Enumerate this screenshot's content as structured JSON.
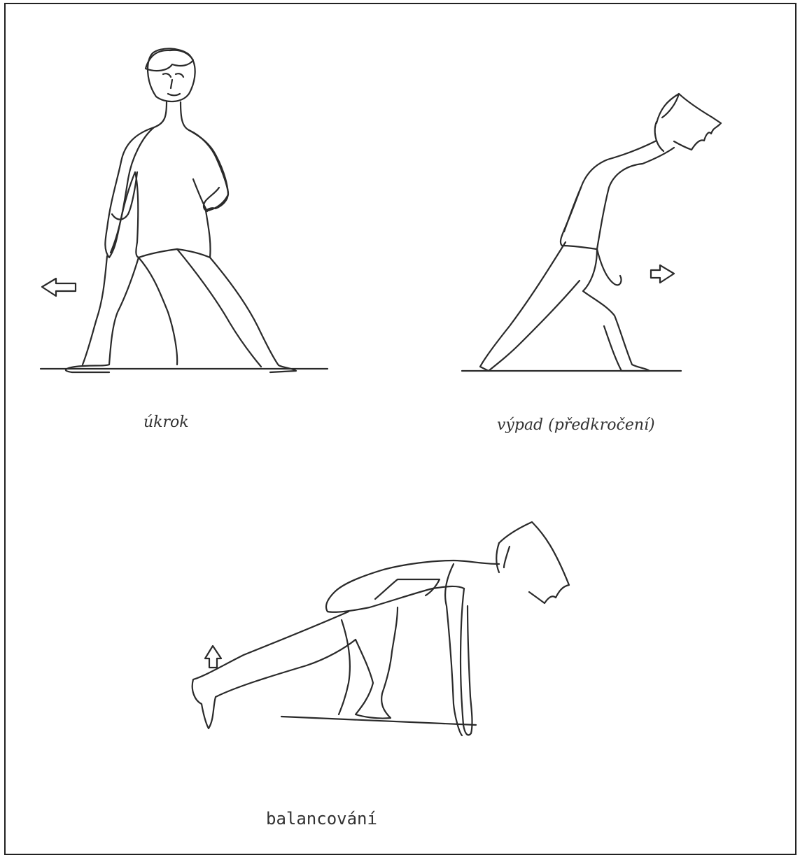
{
  "figures": [
    {
      "id": "step-aside",
      "caption": "úkrok",
      "arrow_direction": "left"
    },
    {
      "id": "lunge",
      "caption": "výpad (předkročení)",
      "arrow_direction": "right"
    },
    {
      "id": "balancing",
      "caption": "balancování",
      "arrow_direction": "up"
    }
  ],
  "colors": {
    "line": "#2a2a2a",
    "background": "#ffffff",
    "frame": "#222222"
  }
}
